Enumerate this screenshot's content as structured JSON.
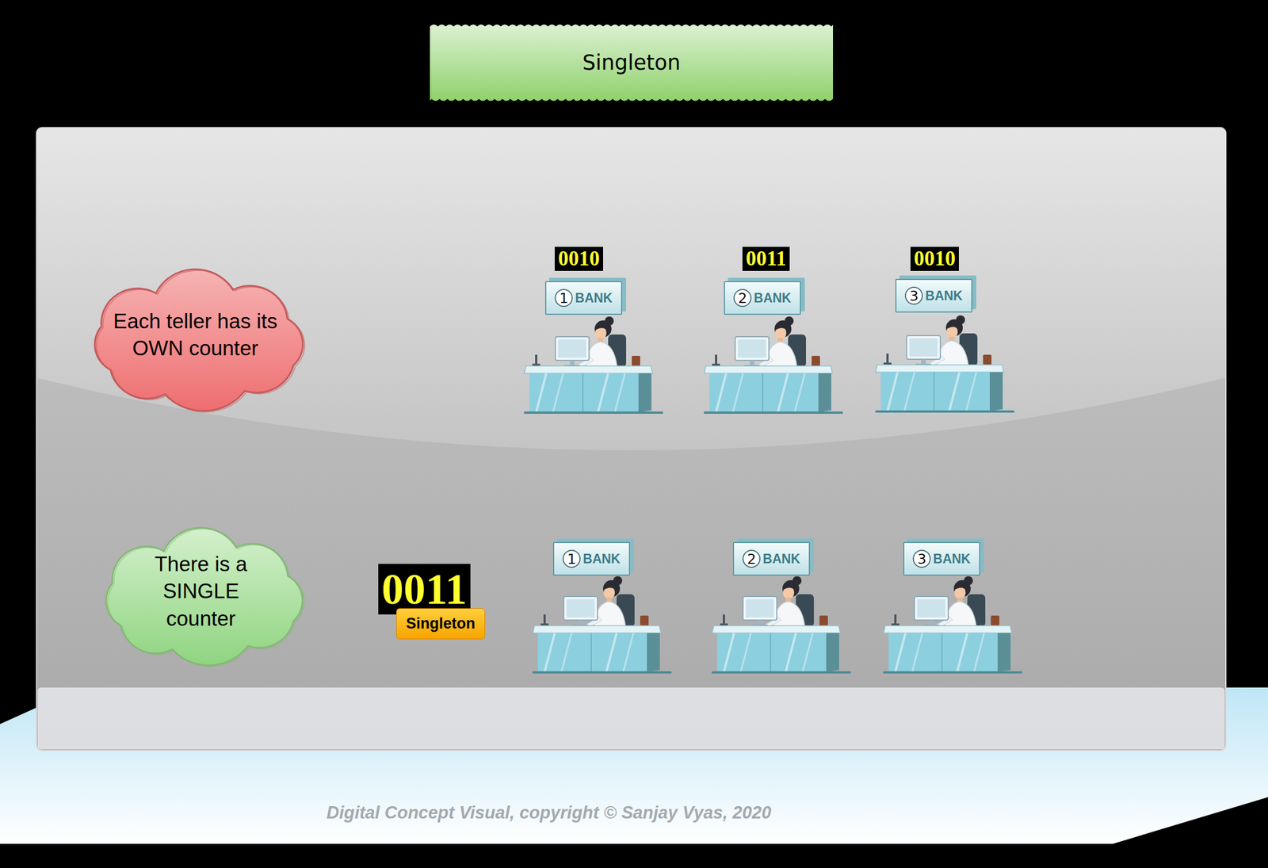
{
  "diagram": {
    "title": "Singleton",
    "nodes": [
      {
        "text": [
          "Each teller has its OWN counter"
        ]
      },
      {
        "text": [
          "0010"
        ]
      },
      {
        "text": [
          "0011"
        ]
      },
      {
        "text": [
          "0010"
        ]
      },
      {
        "text": [
          "1",
          "BANK"
        ]
      },
      {
        "text": [
          "2",
          "BANK"
        ]
      },
      {
        "text": [
          "3",
          "BANK"
        ]
      },
      {
        "text": [
          "There is a SINGLE counter"
        ]
      },
      {
        "text": [
          "0011"
        ]
      },
      {
        "text": [
          "Singleton"
        ]
      },
      {
        "text": [
          "1",
          "BANK"
        ]
      },
      {
        "text": [
          "2",
          "BANK"
        ]
      },
      {
        "text": [
          "3",
          "BANK"
        ]
      }
    ],
    "labels": [
      "Digital Concept Visual, copyright © Sanjay Vyas, 2020"
    ]
  }
}
